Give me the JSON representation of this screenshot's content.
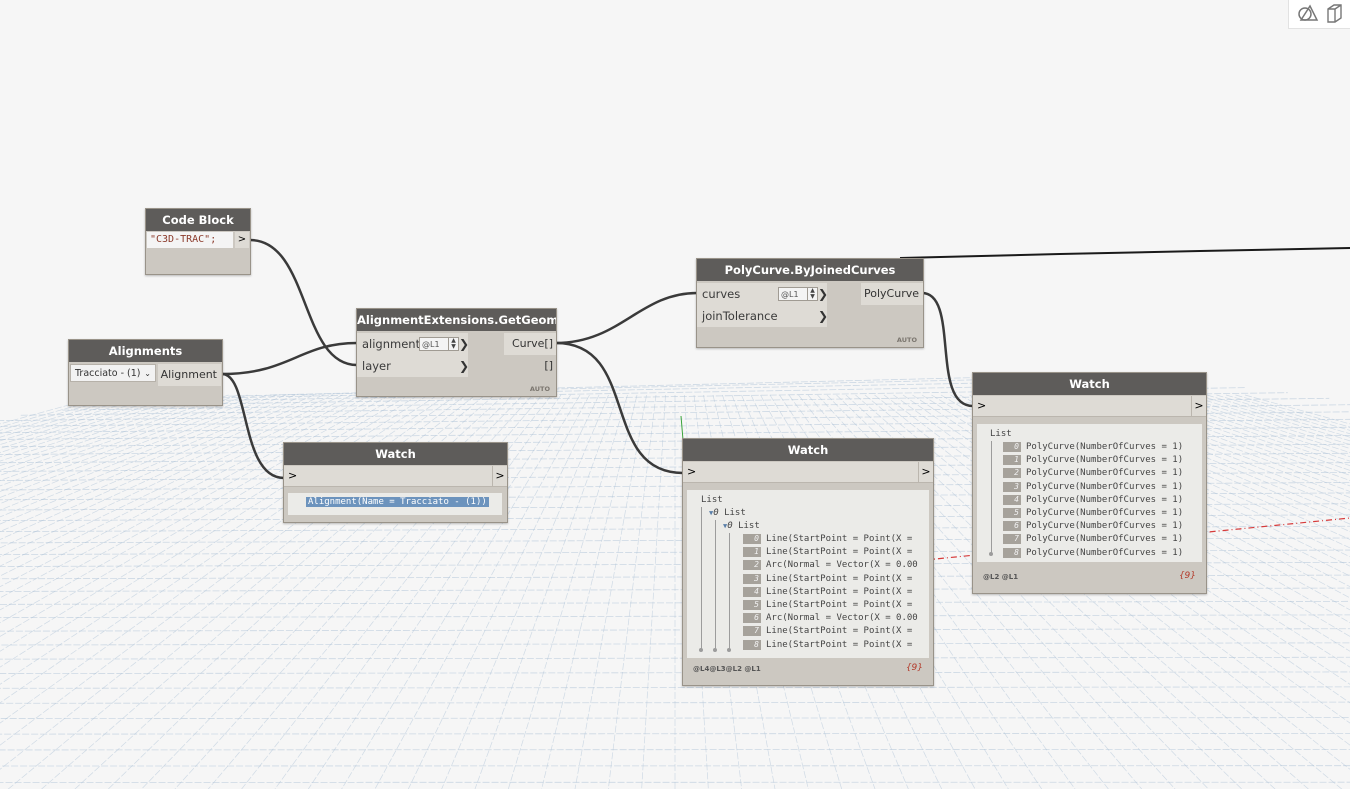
{
  "nodes": {
    "code_block": {
      "title": "Code Block",
      "code": "\"C3D-TRAC\";",
      "out_arrow": ">"
    },
    "alignments": {
      "title": "Alignments",
      "dropdown_value": "Tracciato - (1)",
      "out_label": "Alignment"
    },
    "get_geometry": {
      "title": "AlignmentExtensions.GetGeometry",
      "in1": "alignment",
      "in2": "layer",
      "lacing": "@L1",
      "out_label": "Curve[][]",
      "auto": "AUTO"
    },
    "polycurve": {
      "title": "PolyCurve.ByJoinedCurves",
      "in1": "curves",
      "in2": "joinTolerance",
      "lacing": "@L1",
      "out_label": "PolyCurve",
      "auto": "AUTO"
    },
    "watch1": {
      "title": "Watch",
      "in_arrow": ">",
      "out_arrow": ">",
      "value": "Alignment(Name = Tracciato - (1))"
    },
    "watch2": {
      "title": "Watch",
      "in_arrow": ">",
      "out_arrow": ">",
      "root": "List",
      "l1_label": "List",
      "l1_index": "0",
      "l2_label": "List",
      "l2_index": "0",
      "items": [
        {
          "i": "0",
          "text": "Line(StartPoint = Point(X ="
        },
        {
          "i": "1",
          "text": "Line(StartPoint = Point(X ="
        },
        {
          "i": "2",
          "text": "Arc(Normal = Vector(X = 0.00"
        },
        {
          "i": "3",
          "text": "Line(StartPoint = Point(X ="
        },
        {
          "i": "4",
          "text": "Line(StartPoint = Point(X ="
        },
        {
          "i": "5",
          "text": "Line(StartPoint = Point(X ="
        },
        {
          "i": "6",
          "text": "Arc(Normal = Vector(X = 0.00"
        },
        {
          "i": "7",
          "text": "Line(StartPoint = Point(X ="
        },
        {
          "i": "8",
          "text": "Line(StartPoint = Point(X ="
        }
      ],
      "levels": "@L4@L3@L2 @L1",
      "count": "{9}"
    },
    "watch3": {
      "title": "Watch",
      "in_arrow": ">",
      "out_arrow": ">",
      "root": "List",
      "items": [
        {
          "i": "0",
          "text": "PolyCurve(NumberOfCurves = 1)"
        },
        {
          "i": "1",
          "text": "PolyCurve(NumberOfCurves = 1)"
        },
        {
          "i": "2",
          "text": "PolyCurve(NumberOfCurves = 1)"
        },
        {
          "i": "3",
          "text": "PolyCurve(NumberOfCurves = 1)"
        },
        {
          "i": "4",
          "text": "PolyCurve(NumberOfCurves = 1)"
        },
        {
          "i": "5",
          "text": "PolyCurve(NumberOfCurves = 1)"
        },
        {
          "i": "6",
          "text": "PolyCurve(NumberOfCurves = 1)"
        },
        {
          "i": "7",
          "text": "PolyCurve(NumberOfCurves = 1)"
        },
        {
          "i": "8",
          "text": "PolyCurve(NumberOfCurves = 1)"
        }
      ],
      "levels": "@L2 @L1",
      "count": "{9}"
    }
  },
  "icons": {
    "view_toggle": "geometry-view-icon",
    "model_toggle": "3d-cube-icon"
  },
  "colors": {
    "node_header": "#5e5c5a",
    "node_body": "#ccc8c1",
    "wire": "#3a3a3a",
    "grid": "#a9c0d6",
    "highlight": "#6c93bd",
    "count": "#b33b2b"
  }
}
